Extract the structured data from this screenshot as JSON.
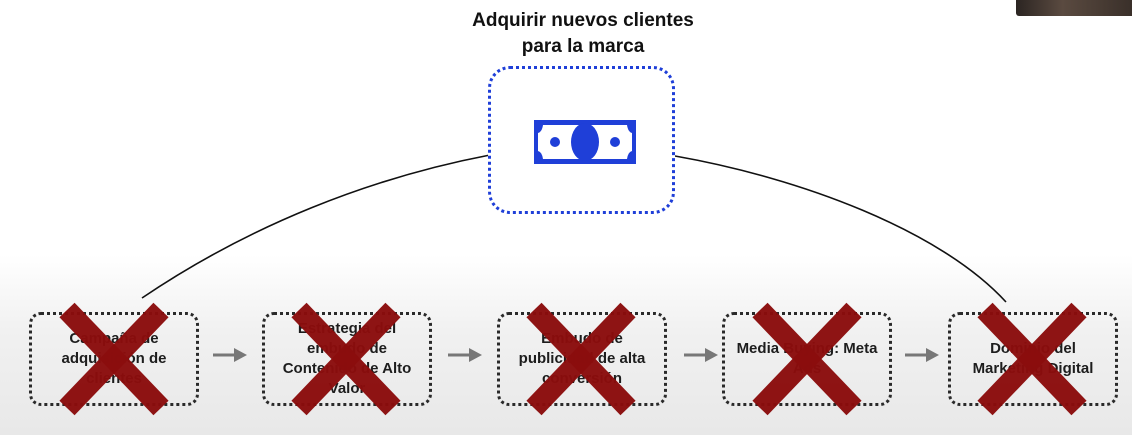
{
  "goal": {
    "title_line1": "Adquirir nuevos clientes",
    "title_line2": "para la marca",
    "icon": "banknote-icon",
    "accent_color": "#1f3fd8"
  },
  "steps": [
    {
      "label": "Campaña de adquisición de clientes",
      "status": "crossed-out"
    },
    {
      "label": "Estrategia del embudo de Contenido de Alto Valor",
      "status": "crossed-out"
    },
    {
      "label": "Embudo de publicidad de alta conversión",
      "status": "crossed-out"
    },
    {
      "label": "Media Buying: Meta Ads",
      "status": "crossed-out"
    },
    {
      "label": "Dominio del Marketing Digital",
      "status": "crossed-out"
    }
  ],
  "cross_color": "#8b0d0d",
  "connector_icon": "arrow-right-icon"
}
